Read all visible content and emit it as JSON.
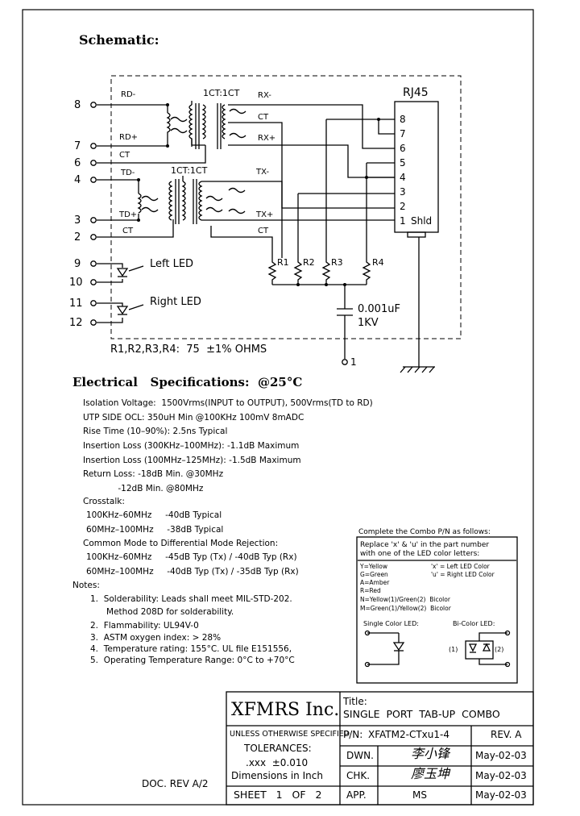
{
  "schematic": {
    "heading": "Schematic:",
    "connector": "RJ45",
    "pins_left": [
      "8",
      "7",
      "6",
      "4",
      "3",
      "2",
      "9",
      "10",
      "11",
      "12"
    ],
    "pins_right": [
      "8",
      "7",
      "6",
      "5",
      "4",
      "3",
      "2",
      "1"
    ],
    "shield": "Shld",
    "nets": {
      "rd_minus": "RD-",
      "rd_plus": "RD+",
      "ct": "CT",
      "td_minus": "TD-",
      "td_plus": "TD+",
      "rx_minus": "RX-",
      "rx_plus": "RX+",
      "tx_minus": "TX-",
      "tx_plus": "TX+"
    },
    "ratio_top": "1CT:1CT",
    "ratio_bottom": "1CT:1CT",
    "resistors": [
      "R1",
      "R2",
      "R3",
      "R4"
    ],
    "cap_value": "0.001uF",
    "cap_voltage": "1KV",
    "ground_pin": "1",
    "led_left": "Left LED",
    "led_right": "Right LED",
    "note": "R1,R2,R3,R4:  75  ±1% OHMS"
  },
  "electrical": {
    "heading": "Electrical   Specifications:  @25°C",
    "lines": [
      "Isolation Voltage:  1500Vrms(INPUT to OUTPUT), 500Vrms(TD to RD)",
      "UTP SIDE OCL: 350uH Min @100KHz 100mV 8mADC",
      "Rise Time (10–90%): 2.5ns Typical",
      "Insertion Loss (300KHz–100MHz): -1.1dB Maximum",
      "Insertion Loss (100MHz–125MHz): -1.5dB Maximum",
      "Return Loss: -18dB Min. @30MHz",
      "             -12dB Min. @80MHz",
      "Crosstalk:",
      "100KHz–60MHz     -40dB Typical",
      "60MHz–100MHz     -38dB Typical",
      "Common Mode to Differential Mode Rejection:",
      "100KHz–60MHz     -45dB Typ (Tx) / -40dB Typ (Rx)",
      "60MHz–100MHz     -40dB Typ (Tx) / -35dB Typ (Rx)"
    ]
  },
  "notes": {
    "heading": "Notes:",
    "items": [
      "1.  Solderability: Leads shall meet MIL-STD-202.",
      "      Method 208D for solderability.",
      "2.  Flammability: UL94V-0",
      "3.  ASTM oxygen index: > 28%",
      "4.  Temperature rating: 155°C. UL file E151556,",
      "5.  Operating Temperature Range: 0°C to +70°C"
    ]
  },
  "combo": {
    "heading": "Complete the Combo P/N as follows:",
    "intro": [
      "Replace 'x' & 'u' in the part number",
      "with one of the LED color letters:"
    ],
    "colors": [
      "Y=Yellow",
      "G=Green",
      "A=Amber",
      "R=Red",
      "N=Yellow(1)/Green(2)  Bicolor",
      "M=Green(1)/Yellow(2)  Bicolor"
    ],
    "x_desc": "'x' = Left LED Color",
    "u_desc": "'u' = Right LED Color",
    "single_label": "Single Color LED:",
    "bi_label": "Bi-Color LED:",
    "bi_1": "(1)",
    "bi_2": "(2)"
  },
  "title_block": {
    "company": "XFMRS Inc.",
    "title_label": "Title:",
    "title": "SINGLE  PORT  TAB-UP  COMBO",
    "unless": "UNLESS OTHERWISE SPECIFIED",
    "tolerances": "TOLERANCES:",
    "tol_value": ".xxx  ±0.010",
    "dims": "Dimensions in Inch",
    "sheet": "SHEET   1   OF   2",
    "pn_label": "P/N:",
    "pn": "XFATM2-CTxu1-4",
    "rev": "REV. A",
    "dwn_label": "DWN.",
    "dwn_sig": "李小锋",
    "dwn_date": "May-02-03",
    "chk_label": "CHK.",
    "chk_sig": "廖玉坤",
    "chk_date": "May-02-03",
    "app_label": "APP.",
    "app_name": "MS",
    "app_date": "May-02-03"
  },
  "doc_rev": "DOC. REV A/2"
}
